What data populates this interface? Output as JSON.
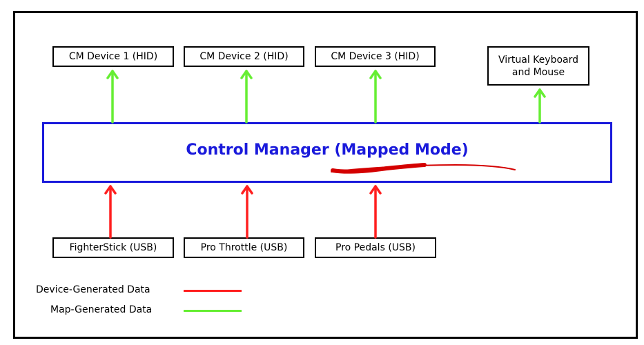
{
  "diagram": {
    "title": "Control Manager (Mapped Mode)",
    "outputs": [
      {
        "label": "CM Device 1 (HID)"
      },
      {
        "label": "CM Device 2 (HID)"
      },
      {
        "label": "CM Device 3 (HID)"
      },
      {
        "label": "Virtual Keyboard\nand Mouse"
      }
    ],
    "inputs": [
      {
        "label": "FighterStick (USB)"
      },
      {
        "label": "Pro Throttle (USB)"
      },
      {
        "label": "Pro Pedals (USB)"
      }
    ],
    "legend": {
      "device": {
        "label": "Device-Generated Data",
        "color": "#ff1f1f"
      },
      "map": {
        "label": "Map-Generated Data",
        "color": "#66ee33"
      }
    },
    "colors": {
      "accent": "#1a1adb",
      "annotation": "#d40000"
    }
  }
}
